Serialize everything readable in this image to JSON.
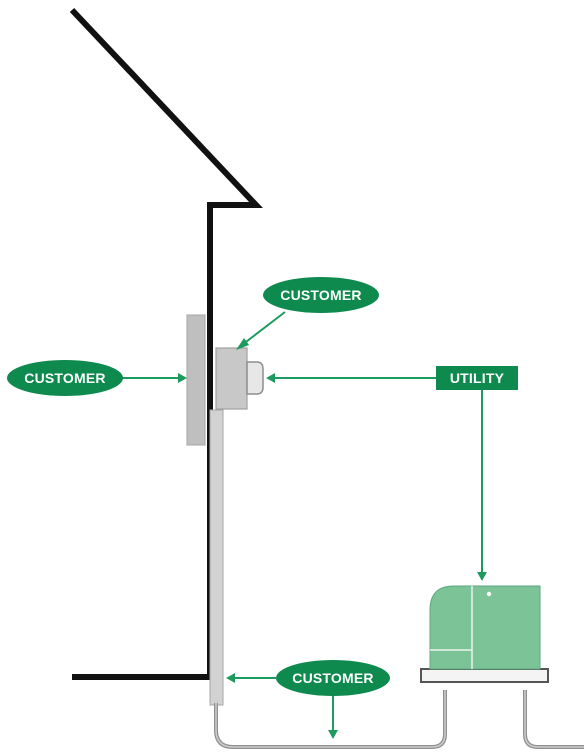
{
  "labels": {
    "customer_top": "CUSTOMER",
    "customer_left": "CUSTOMER",
    "utility": "UTILITY",
    "customer_bottom": "CUSTOMER"
  },
  "colors": {
    "label_green": "#0e8a4f",
    "arrow_green": "#1d9b5e",
    "transformer_green": "#7cc498",
    "transformer_dark": "#4ea577",
    "wall_black": "#111111",
    "meter_panel_gray": "#bdbdbd",
    "meter_gray": "#c9c9c9",
    "conduit_gray": "#cfcfcf",
    "cable_gray": "#8c8c8c",
    "pad_gray": "#bdbdbd"
  }
}
